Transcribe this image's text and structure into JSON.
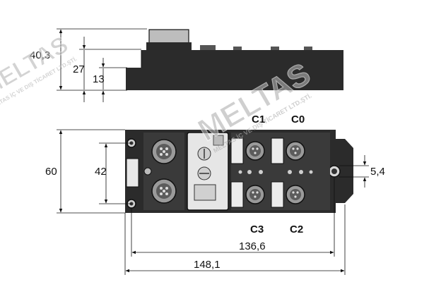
{
  "dimensions": {
    "height_total": "40,3",
    "height_body": "27",
    "height_base": "13",
    "width_height": "60",
    "hole_spacing": "42",
    "hole_diameter": "5,4",
    "length_inner": "136,6",
    "length_total": "148,1"
  },
  "ports": {
    "c0": "C0",
    "c1": "C1",
    "c2": "C2",
    "c3": "C3"
  },
  "watermark": {
    "brand": "MELTAS",
    "tagline": "MELTAS İÇ VE DIŞ TİCARET LTD.ŞTİ."
  },
  "colors": {
    "housing": "#2b2b2b",
    "face": "#3a3a3a",
    "connector": "#9a9a9a",
    "watermark": "#b0b0b0"
  }
}
